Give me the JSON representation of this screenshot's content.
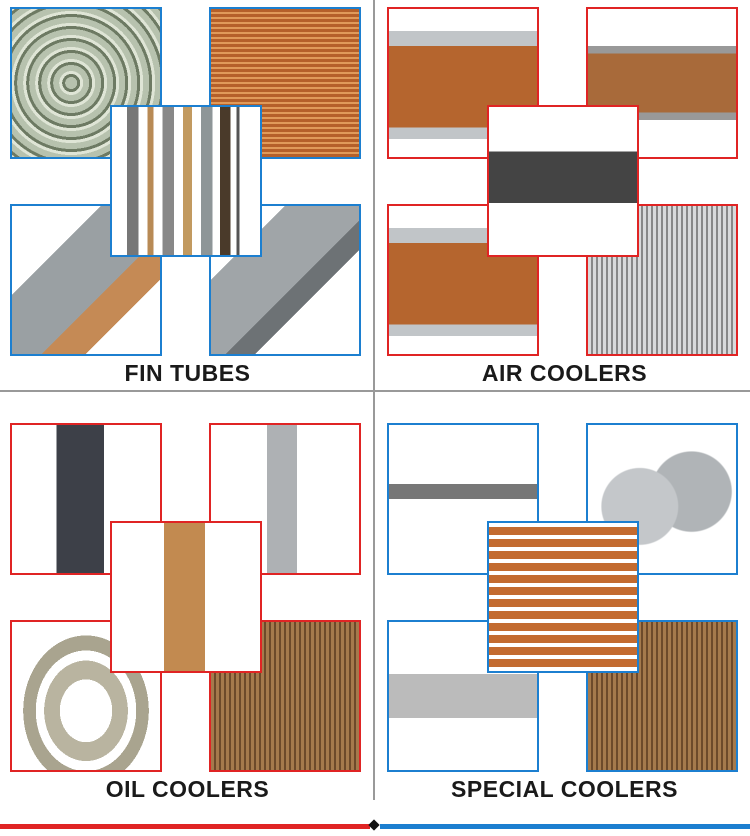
{
  "sections": [
    {
      "title": "FIN TUBES",
      "accent": "#1c7fd0"
    },
    {
      "title": "AIR COOLERS",
      "accent": "#e02424"
    },
    {
      "title": "OIL COOLERS",
      "accent": "#e02424"
    },
    {
      "title": "SPECIAL COOLERS",
      "accent": "#1c7fd0"
    }
  ],
  "colors": {
    "red": "#e02424",
    "blue": "#1c7fd0",
    "divider": "#999999"
  }
}
